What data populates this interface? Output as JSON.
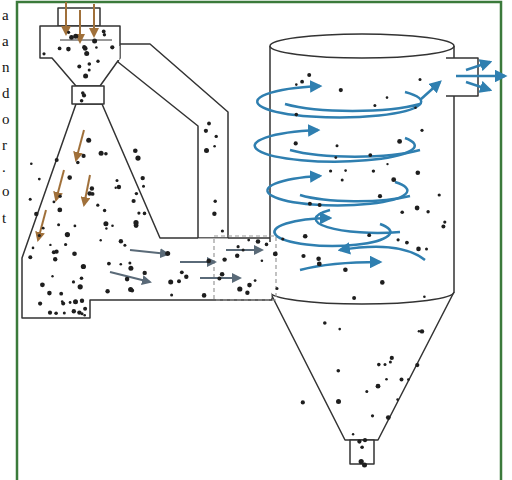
{
  "diagram": {
    "labels": [
      "a",
      "a",
      "n",
      "d",
      "o",
      "r",
      ".",
      "o",
      "t"
    ]
  }
}
